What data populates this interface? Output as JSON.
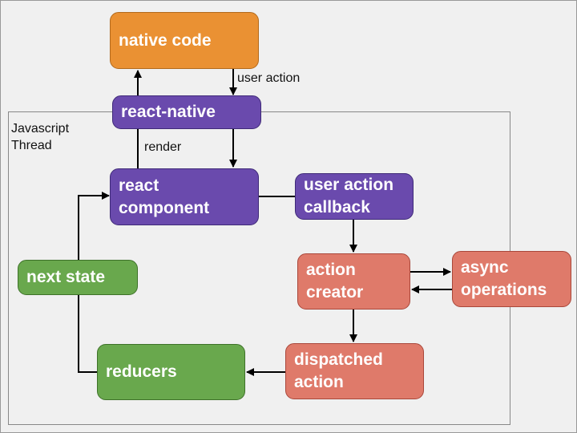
{
  "thread_label": "Javascript\nThread",
  "nodes": {
    "native_code": "native code",
    "react_native": "react-native",
    "react_component": "react\ncomponent",
    "user_action_callback": "user action\ncallback",
    "action_creator": "action\ncreator",
    "async_operations": "async\noperations",
    "dispatched_action": "dispatched\naction",
    "reducers": "reducers",
    "next_state": "next state"
  },
  "edge_labels": {
    "user_action": "user action",
    "render": "render"
  },
  "colors": {
    "orange": "#ea9133",
    "purple": "#6a4aad",
    "salmon": "#df7a6a",
    "green": "#69a84d"
  }
}
